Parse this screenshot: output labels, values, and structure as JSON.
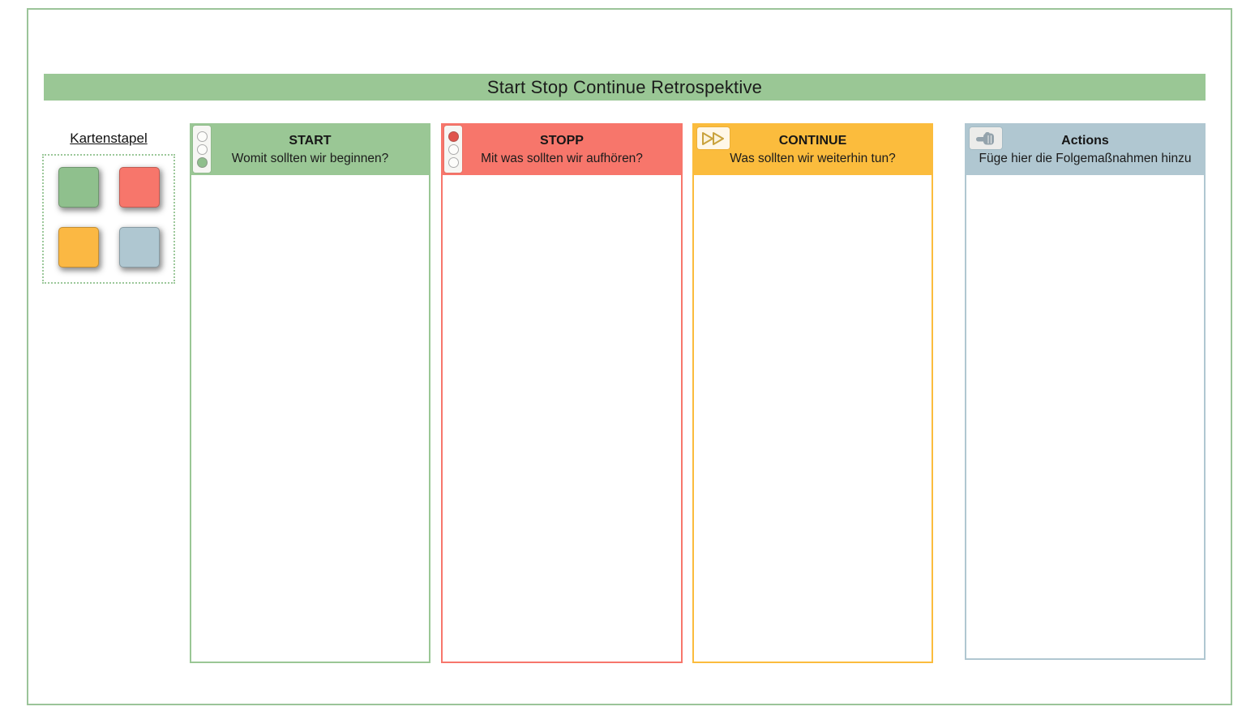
{
  "board": {
    "title": "Start Stop Continue Retrospektive",
    "title_bar_color": "#9AC795",
    "frame_border_color": "#9BC499",
    "background_color": "#FFFFFF"
  },
  "card_stack": {
    "label": "Kartenstapel",
    "box_border_color": "#9CC89A",
    "cards": [
      {
        "name": "green-card",
        "color": "#8FC08D"
      },
      {
        "name": "red-card",
        "color": "#F7766B"
      },
      {
        "name": "yellow-card",
        "color": "#FBB843"
      },
      {
        "name": "blue-card",
        "color": "#AFC7D1"
      }
    ]
  },
  "columns": [
    {
      "id": "start",
      "title": "START",
      "subtitle": "Womit sollten wir beginnen?",
      "color": "#9AC795",
      "icon": "traffic-light-green-icon"
    },
    {
      "id": "stopp",
      "title": "STOPP",
      "subtitle": "Mit was sollten wir aufhören?",
      "color": "#F7766B",
      "icon": "traffic-light-red-icon"
    },
    {
      "id": "continue",
      "title": "CONTINUE",
      "subtitle": "Was sollten wir weiterhin tun?",
      "color": "#FBBC3D",
      "icon": "fast-forward-icon"
    },
    {
      "id": "actions",
      "title": "Actions",
      "subtitle": "Füge hier die Folgemaßnahmen hinzu",
      "color": "#B0C7D1",
      "icon": "pointing-hand-icon"
    }
  ]
}
